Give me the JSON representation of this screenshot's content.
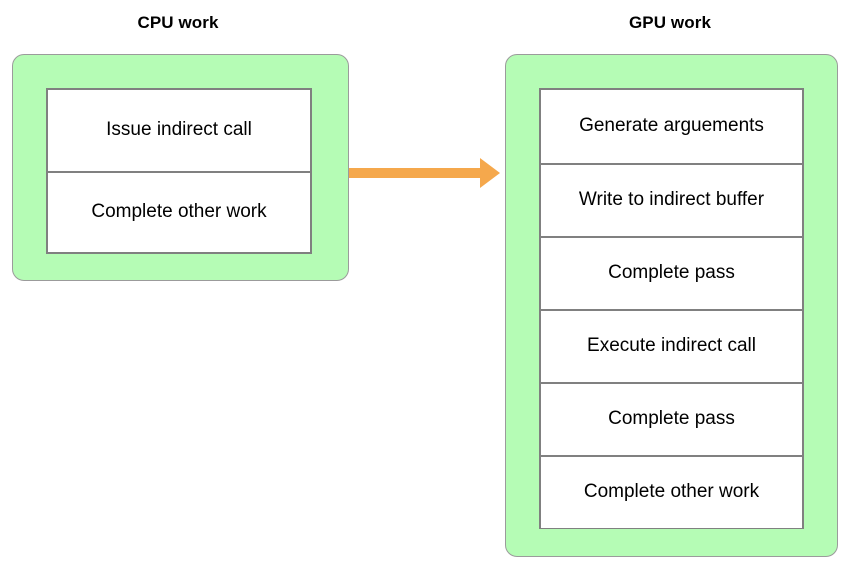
{
  "diagram": {
    "title_cpu": "CPU work",
    "title_gpu": "GPU work",
    "colors": {
      "group_fill": "#b5fcb5",
      "group_border": "#9b9b9b",
      "box_border": "#808080",
      "arrow": "#f5a84c",
      "text": "#000000",
      "background": "#ffffff"
    },
    "cpu": {
      "label": "CPU work",
      "steps": [
        {
          "label": "Issue indirect call"
        },
        {
          "label": "Complete other work"
        }
      ]
    },
    "gpu": {
      "label": "GPU work",
      "steps": [
        {
          "label": "Generate arguements"
        },
        {
          "label": "Write to indirect buffer"
        },
        {
          "label": "Complete pass"
        },
        {
          "label": "Execute indirect call"
        },
        {
          "label": "Complete pass"
        },
        {
          "label": "Complete other work"
        }
      ]
    },
    "connector": {
      "name": "cpu-to-gpu-arrow",
      "direction": "right",
      "color": "#f5a84c",
      "label": ""
    }
  }
}
